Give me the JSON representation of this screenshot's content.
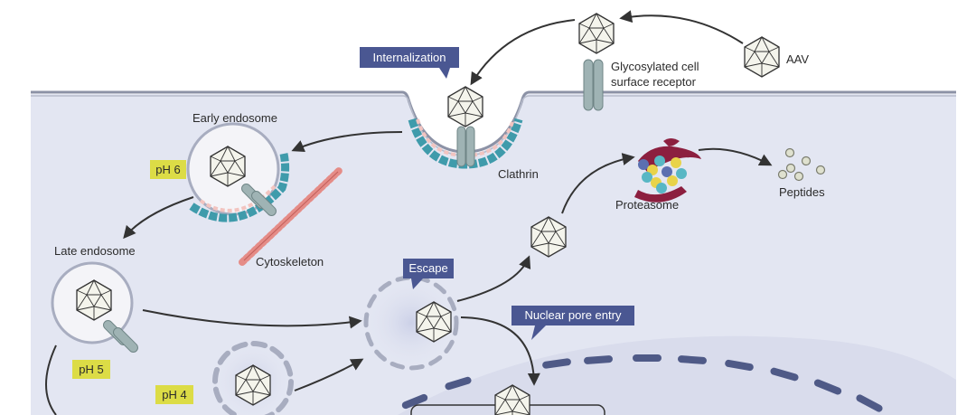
{
  "labels": {
    "aav": "AAV",
    "receptor_line1": "Glycosylated cell",
    "receptor_line2": "surface receptor",
    "early_endosome": "Early endosome",
    "late_endosome": "Late endosome",
    "clathrin": "Clathrin",
    "cytoskeleton": "Cytoskeleton",
    "proteasome": "Proteasome",
    "peptides": "Peptides"
  },
  "tags": {
    "internalization": "Internalization",
    "escape": "Escape",
    "nuclear_pore_entry": "Nuclear pore entry"
  },
  "ph_badges": {
    "ph6": "pH 6",
    "ph5": "pH 5",
    "ph4": "pH 4"
  },
  "colors": {
    "cytoplasm": "#e3e6f2",
    "tag_fill": "#4a5792",
    "ph_fill": "#dcdc46",
    "clathrin": "#3f9bab",
    "receptor": "#9fb3b4",
    "cytoskeleton": "#e58c87",
    "proteasome_cap": "#8c1f3f"
  }
}
